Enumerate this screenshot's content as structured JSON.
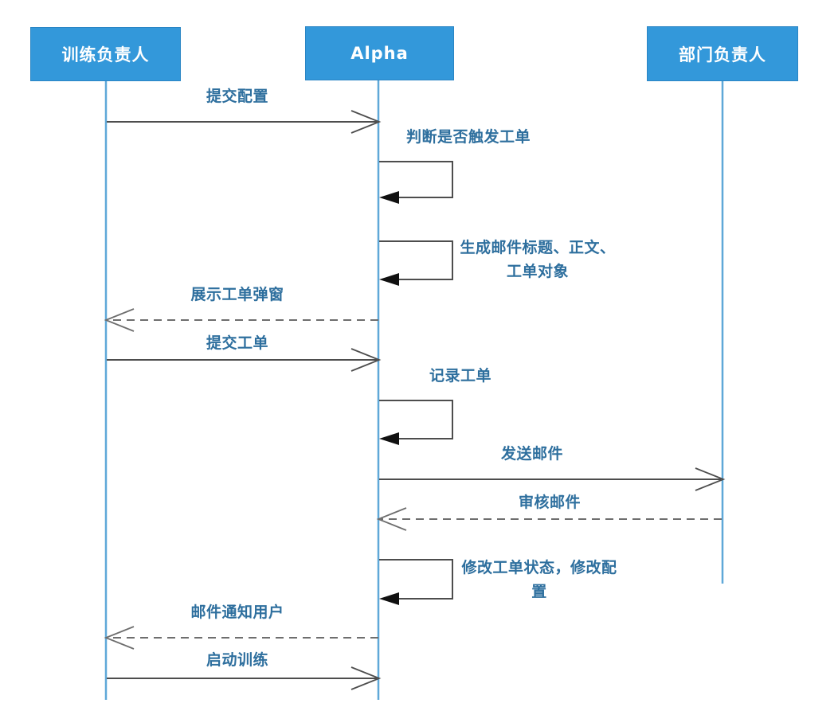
{
  "diagram": {
    "type": "sequence-diagram",
    "actors": [
      {
        "name": "训练负责人"
      },
      {
        "name": "Alpha"
      },
      {
        "name": "部门负责人"
      }
    ],
    "messages": [
      {
        "label": "提交配置",
        "from": "训练负责人",
        "to": "Alpha",
        "line": "solid"
      },
      {
        "label": "判断是否触发工单",
        "from": "Alpha",
        "to": "Alpha",
        "line": "self"
      },
      {
        "label": "生成邮件标题、正文、工单对象",
        "from": "Alpha",
        "to": "Alpha",
        "line": "self"
      },
      {
        "label": "展示工单弹窗",
        "from": "Alpha",
        "to": "训练负责人",
        "line": "dashed"
      },
      {
        "label": "提交工单",
        "from": "训练负责人",
        "to": "Alpha",
        "line": "solid"
      },
      {
        "label": "记录工单",
        "from": "Alpha",
        "to": "Alpha",
        "line": "self"
      },
      {
        "label": "发送邮件",
        "from": "Alpha",
        "to": "部门负责人",
        "line": "solid"
      },
      {
        "label": "审核邮件",
        "from": "部门负责人",
        "to": "Alpha",
        "line": "dashed"
      },
      {
        "label": "修改工单状态，修改配置",
        "from": "Alpha",
        "to": "Alpha",
        "line": "self"
      },
      {
        "label": "邮件通知用户",
        "from": "Alpha",
        "to": "训练负责人",
        "line": "dashed"
      },
      {
        "label": "启动训练",
        "from": "训练负责人",
        "to": "Alpha",
        "line": "solid"
      }
    ],
    "colors": {
      "actor_fill": "#3398da",
      "actor_border": "#2a85c4",
      "actor_text": "#ffffff",
      "lifeline": "#5fa8d8",
      "message_line": "#4d4d4d",
      "return_line": "#6e6e6e",
      "label_text": "#2e6f9e",
      "background": "#ffffff"
    }
  }
}
